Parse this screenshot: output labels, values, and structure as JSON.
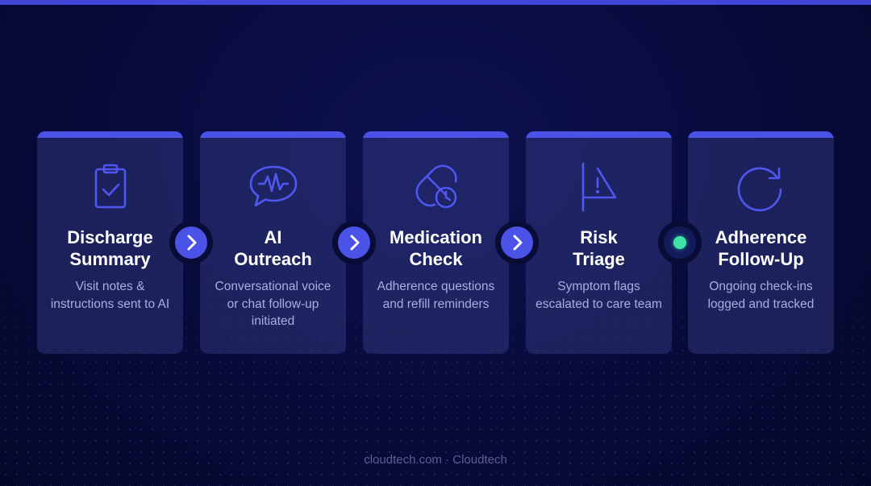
{
  "steps": [
    {
      "title_line1": "Discharge",
      "title_line2": "Summary",
      "desc": "Visit notes & instructions sent to AI",
      "icon": "clipboard-check-icon"
    },
    {
      "title_line1": "AI",
      "title_line2": "Outreach",
      "desc": "Conversational voice or chat follow-up initiated",
      "icon": "chat-waveform-icon"
    },
    {
      "title_line1": "Medication",
      "title_line2": "Check",
      "desc": "Adherence questions and refill reminders",
      "icon": "pill-clock-icon"
    },
    {
      "title_line1": "Risk",
      "title_line2": "Triage",
      "desc": "Symptom flags escalated to care team",
      "icon": "warning-flag-icon"
    },
    {
      "title_line1": "Adherence",
      "title_line2": "Follow-Up",
      "desc": "Ongoing check-ins logged and tracked",
      "icon": "refresh-icon"
    }
  ],
  "connectors": [
    "chevron-right-icon",
    "chevron-right-icon",
    "chevron-right-icon",
    "status-dot-icon"
  ],
  "footer": "cloudtech.com · Cloudtech",
  "colors": {
    "background": "#080b3a",
    "accent": "#4a52e8",
    "icon_stroke": "#4e57f0",
    "status_green": "#3fe3a6",
    "title": "#ffffff",
    "desc": "#a9aedf"
  }
}
